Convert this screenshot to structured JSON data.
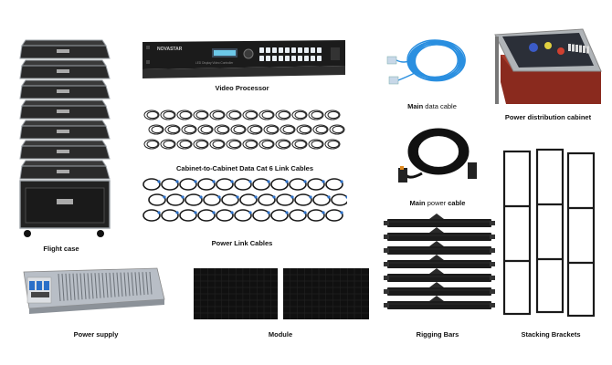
{
  "items": {
    "flight_case": {
      "label": "Flight case"
    },
    "video_processor": {
      "label": "Video Processor",
      "brand": "NOVASTAR",
      "model": "LED Display Video Controller"
    },
    "main_data_cable": {
      "label_bold": "Main",
      "label_rest": " data cable"
    },
    "power_distribution": {
      "label": "Power distribution cabinet"
    },
    "cat6_cables": {
      "label": "Cabinet-to-Cabinet Data Cat 6 Link Cables"
    },
    "main_power_cable": {
      "label_bold": "Main",
      "label_mid": " power ",
      "label_rest": "cable"
    },
    "power_link_cables": {
      "label": "Power Link Cables"
    },
    "stacking_brackets": {
      "label": "Stacking Brackets"
    },
    "power_supply": {
      "label": "Power supply"
    },
    "module": {
      "label": "Module"
    },
    "rigging_bars": {
      "label": "Rigging Bars"
    }
  },
  "colors": {
    "data_cable": "#2a8fe0",
    "case_red": "#b23a2a",
    "metal": "#c9cfd6",
    "dark": "#1c1c1c"
  }
}
